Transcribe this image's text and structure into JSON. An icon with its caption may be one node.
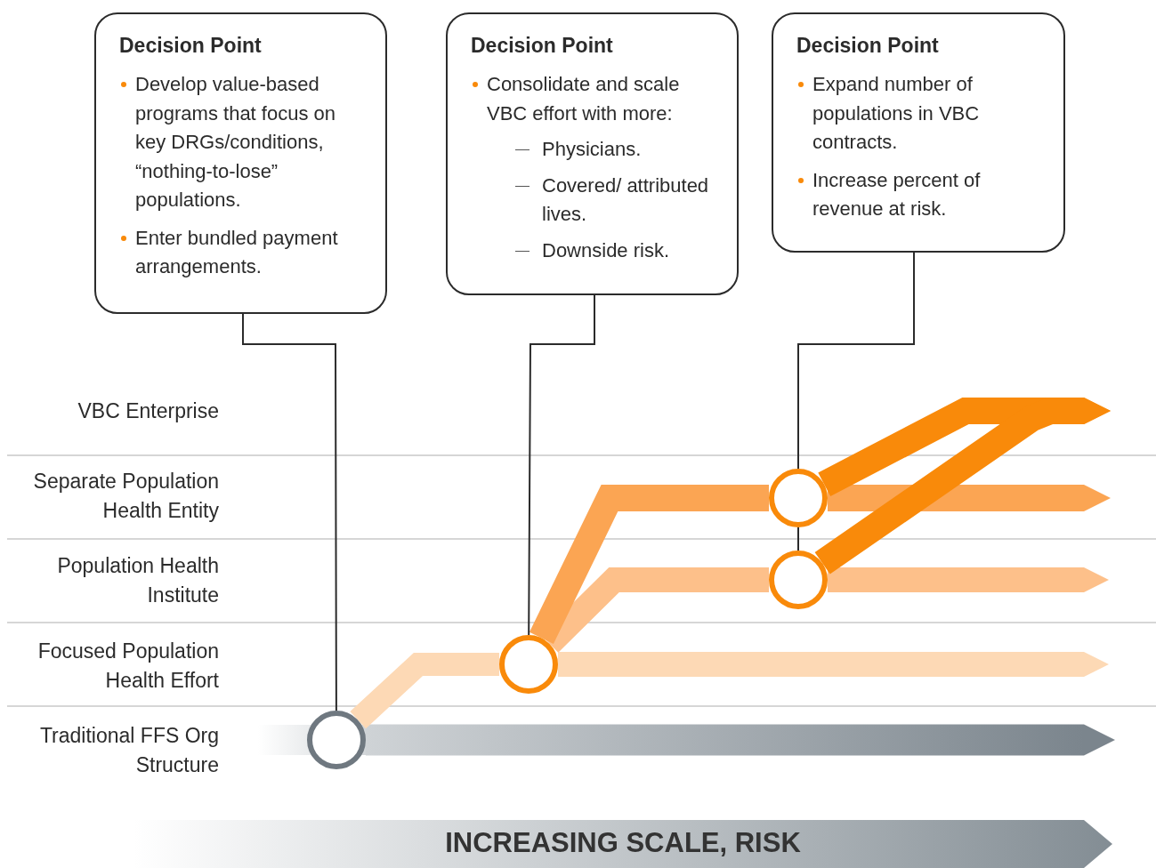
{
  "diagram": {
    "nodes": [
      {
        "text": [
          "Decision Point",
          "Develop value-based programs that focus on key DRGs/conditions, “nothing-to-lose” populations.",
          "Enter bundled payment arrangements."
        ]
      },
      {
        "text": [
          "Decision Point",
          "Consolidate and scale VBC effort with more:",
          "Physicians.",
          "Covered/ attributed lives.",
          "Downside risk."
        ]
      },
      {
        "text": [
          "Decision Point",
          "Expand number of populations in VBC contracts.",
          "Increase percent of revenue at risk."
        ]
      },
      {
        "text": [],
        "shape": "circle"
      },
      {
        "text": [],
        "shape": "circle"
      },
      {
        "text": [],
        "shape": "circle"
      },
      {
        "text": [],
        "shape": "circle"
      }
    ],
    "edges": [
      {
        "from": 0,
        "to": 3,
        "arrow": "none"
      },
      {
        "from": 1,
        "to": 4,
        "arrow": "none"
      },
      {
        "from": 2,
        "to": 5,
        "arrow": "none"
      },
      {
        "from": 5,
        "to": 6,
        "arrow": "none"
      },
      {
        "from": 3,
        "to": null,
        "arrow": "to",
        "style": "thick",
        "color": "#7b858d"
      },
      {
        "from": 3,
        "to": 4,
        "arrow": "none",
        "color": "#fdd9b5"
      },
      {
        "from": 4,
        "to": null,
        "arrow": "to",
        "color": "#fdd9b5"
      },
      {
        "from": 4,
        "to": 6,
        "arrow": "none",
        "color": "#fdc08a"
      },
      {
        "from": 6,
        "to": null,
        "arrow": "to",
        "color": "#fdc08a"
      },
      {
        "from": 4,
        "to": 5,
        "arrow": "none",
        "color": "#fba553"
      },
      {
        "from": 5,
        "to": null,
        "arrow": "to",
        "color": "#fba553"
      },
      {
        "from": 5,
        "to": null,
        "arrow": "to",
        "color": "#f98a0a"
      },
      {
        "from": 6,
        "to": null,
        "arrow": "to",
        "color": "#f98a0a"
      }
    ],
    "labels": [
      "VBC Enterprise",
      "Separate Population Health Entity",
      "Population Health Institute",
      "Focused Population Health Effort",
      "Traditional FFS Org Structure",
      "INCREASING SCALE, RISK"
    ]
  }
}
